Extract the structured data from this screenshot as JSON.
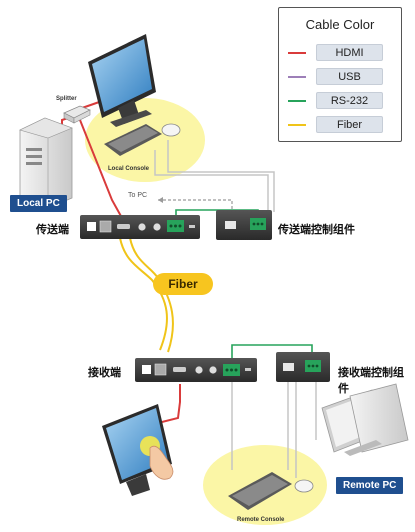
{
  "legend": {
    "title": "Cable Color",
    "items": [
      {
        "label": "HDMI",
        "color": "#d93b3b"
      },
      {
        "label": "USB",
        "color": "#9d7fb8"
      },
      {
        "label": "RS-232",
        "color": "#27a35b"
      },
      {
        "label": "Fiber",
        "color": "#f0c419"
      }
    ]
  },
  "labels": {
    "splitter": "Splitter",
    "local_console": "Local Console",
    "to_pc": "To PC",
    "local_pc": "Local PC",
    "transmitter": "传送端",
    "transmitter_control": "传送端控制组件",
    "fiber": "Fiber",
    "receiver": "接收端",
    "receiver_control": "接收端控制组件",
    "remote_pc": "Remote PC",
    "remote_console": "Remote Console"
  },
  "colors": {
    "hdmi": "#d93b3b",
    "usb": "#9d7fb8",
    "rs232": "#27a35b",
    "fiber": "#f0c419",
    "console_highlight": "#fbf6a6",
    "tag_bg": "#1f4f8f",
    "device_body": "#3a3a3a"
  }
}
